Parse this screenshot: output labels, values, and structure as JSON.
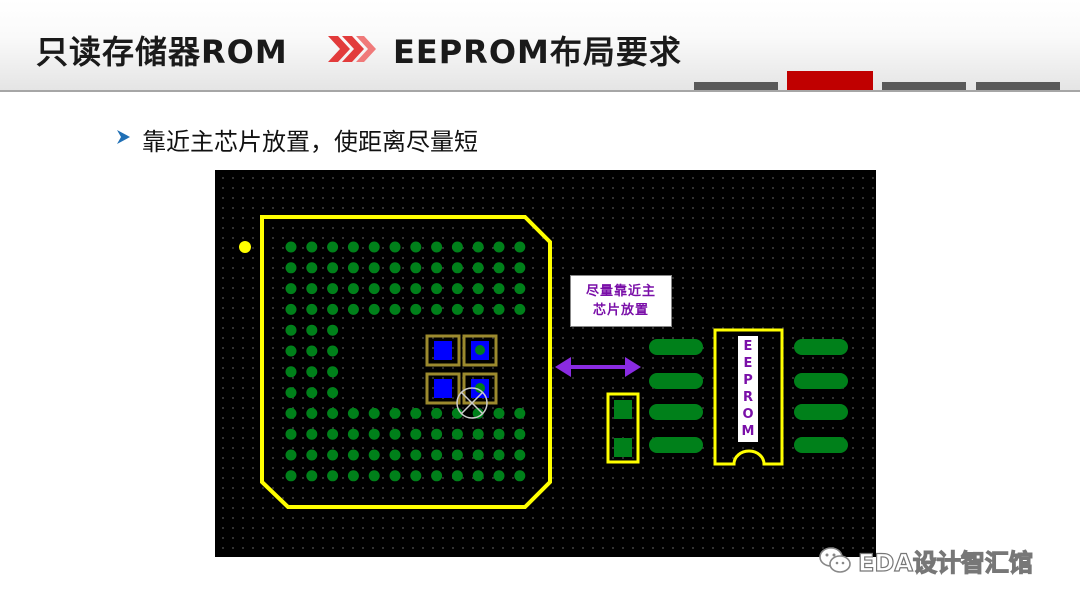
{
  "slide": {
    "title_left": "只读存储器ROM",
    "title_right": "EEPROM布局要求",
    "bullet": "靠近主芯片放置，使距离尽量短"
  },
  "pcb": {
    "callout": "尽量靠近主芯片放置",
    "eeprom_chars": [
      "E",
      "E",
      "P",
      "R",
      "O",
      "M"
    ]
  },
  "watermark": {
    "text": "EDA设计智汇馆",
    "icon": "wechat-icon"
  },
  "colors": {
    "title_accent": "#c00000",
    "tab_gray": "#595959",
    "silkscreen": "#ffff00",
    "pad_green": "#00801a",
    "pad_blue": "#0000ff",
    "annotation_purple": "#8a2be2",
    "bullet_blue": "#1f6fb5"
  }
}
